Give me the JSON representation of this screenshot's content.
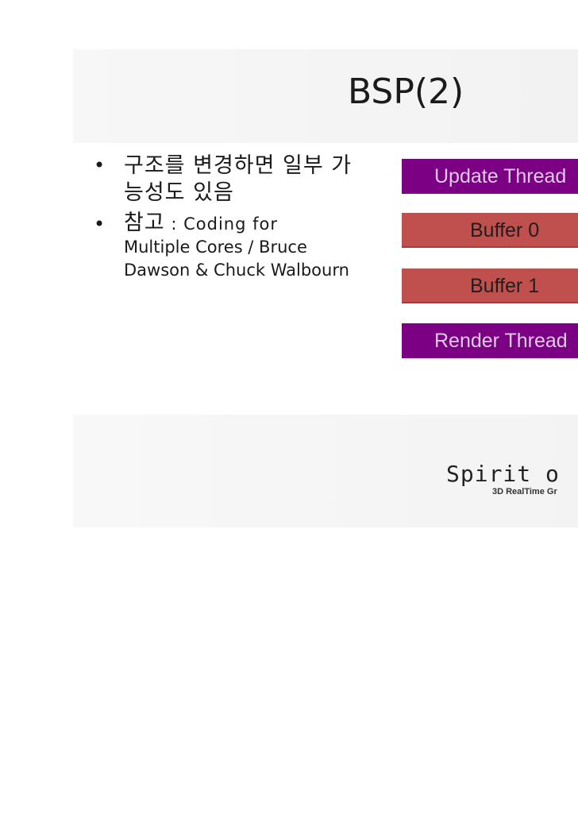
{
  "slide": {
    "title": "BSP(2)",
    "bullets": [
      {
        "text": "구조를 변경하면 일부 가능성도 있음"
      },
      {
        "head": "참고",
        "separator": " : ",
        "inline": "Coding for",
        "rest": "Multiple Cores / Bruce Dawson & Chuck Walbourn"
      }
    ],
    "bullet_glyph": "•"
  },
  "diagram": {
    "boxes": [
      {
        "label": "Update Thread",
        "color": "#7c0084"
      },
      {
        "label": "Buffer 0",
        "color": "#c0504d"
      },
      {
        "label": "Buffer 1",
        "color": "#c0504d"
      },
      {
        "label": "Render Thread",
        "color": "#7c0084"
      }
    ]
  },
  "footer": {
    "logo_main": "Spirit o",
    "logo_sub": "3D RealTime Gr"
  }
}
